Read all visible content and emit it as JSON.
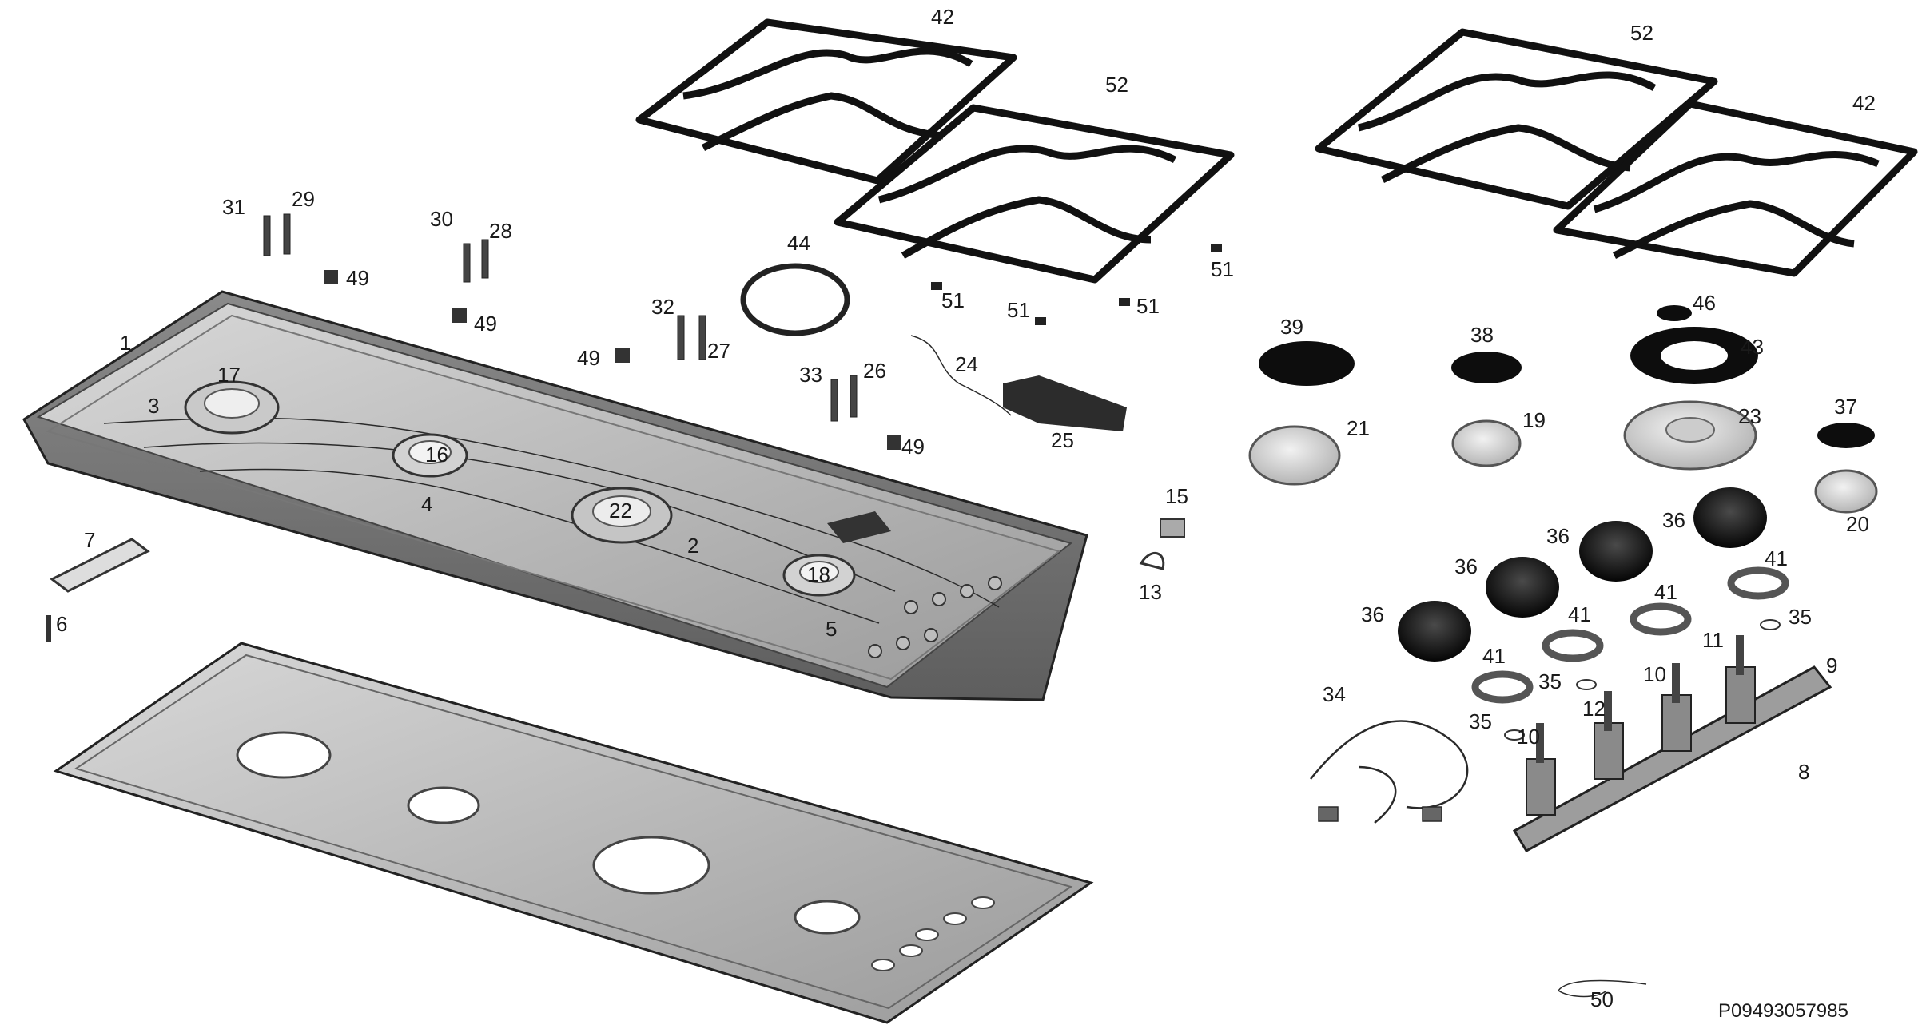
{
  "document_code": "P09493057985",
  "callouts": {
    "n1": "1",
    "n2": "2",
    "n3": "3",
    "n4": "4",
    "n5": "5",
    "n6": "6",
    "n7": "7",
    "n8": "8",
    "n9": "9",
    "n10": "10",
    "n11": "11",
    "n12": "12",
    "n13": "13",
    "n15": "15",
    "n16": "16",
    "n17": "17",
    "n18": "18",
    "n19": "19",
    "n20": "20",
    "n21": "21",
    "n22": "22",
    "n23": "23",
    "n24": "24",
    "n25": "25",
    "n26": "26",
    "n27": "27",
    "n28": "28",
    "n29": "29",
    "n30": "30",
    "n31": "31",
    "n32": "32",
    "n33": "33",
    "n34": "34",
    "n35": "35",
    "n36": "36",
    "n37": "37",
    "n38": "38",
    "n39": "39",
    "n41": "41",
    "n42": "42",
    "n43": "43",
    "n44": "44",
    "n46": "46",
    "n49": "49",
    "n50": "50",
    "n51": "51",
    "n52": "52"
  }
}
